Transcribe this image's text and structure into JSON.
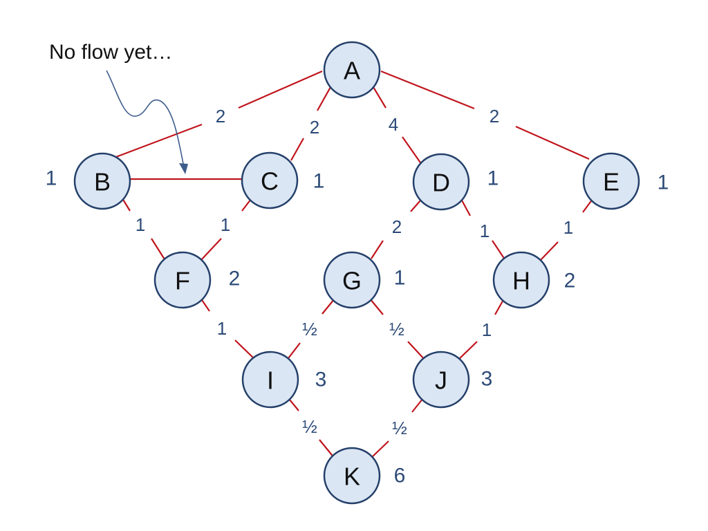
{
  "annotation": {
    "text": "No flow yet…"
  },
  "nodes": {
    "A": {
      "label": "A",
      "score": ""
    },
    "B": {
      "label": "B",
      "score": "1"
    },
    "C": {
      "label": "C",
      "score": "1"
    },
    "D": {
      "label": "D",
      "score": "1"
    },
    "E": {
      "label": "E",
      "score": "1"
    },
    "F": {
      "label": "F",
      "score": "2"
    },
    "G": {
      "label": "G",
      "score": "1"
    },
    "H": {
      "label": "H",
      "score": "2"
    },
    "I": {
      "label": "I",
      "score": "3"
    },
    "J": {
      "label": "J",
      "score": "3"
    },
    "K": {
      "label": "K",
      "score": "6"
    }
  },
  "edges": {
    "AB": {
      "weight": "2"
    },
    "AC": {
      "weight": "2"
    },
    "AD": {
      "weight": "4"
    },
    "AE": {
      "weight": "2"
    },
    "BC": {
      "weight": ""
    },
    "BF": {
      "weight": "1"
    },
    "CF": {
      "weight": "1"
    },
    "DG": {
      "weight": "2"
    },
    "DH": {
      "weight": "1"
    },
    "EH": {
      "weight": "1"
    },
    "FI": {
      "weight": "1"
    },
    "GI": {
      "weight": "½"
    },
    "GJ": {
      "weight": "½"
    },
    "HJ": {
      "weight": "1"
    },
    "IK": {
      "weight": "½"
    },
    "JK": {
      "weight": "½"
    }
  },
  "colors": {
    "edge": "#c0141c",
    "node_fill": "#dbe6f4",
    "node_stroke": "#24406a",
    "label_text": "#2c4a77"
  }
}
